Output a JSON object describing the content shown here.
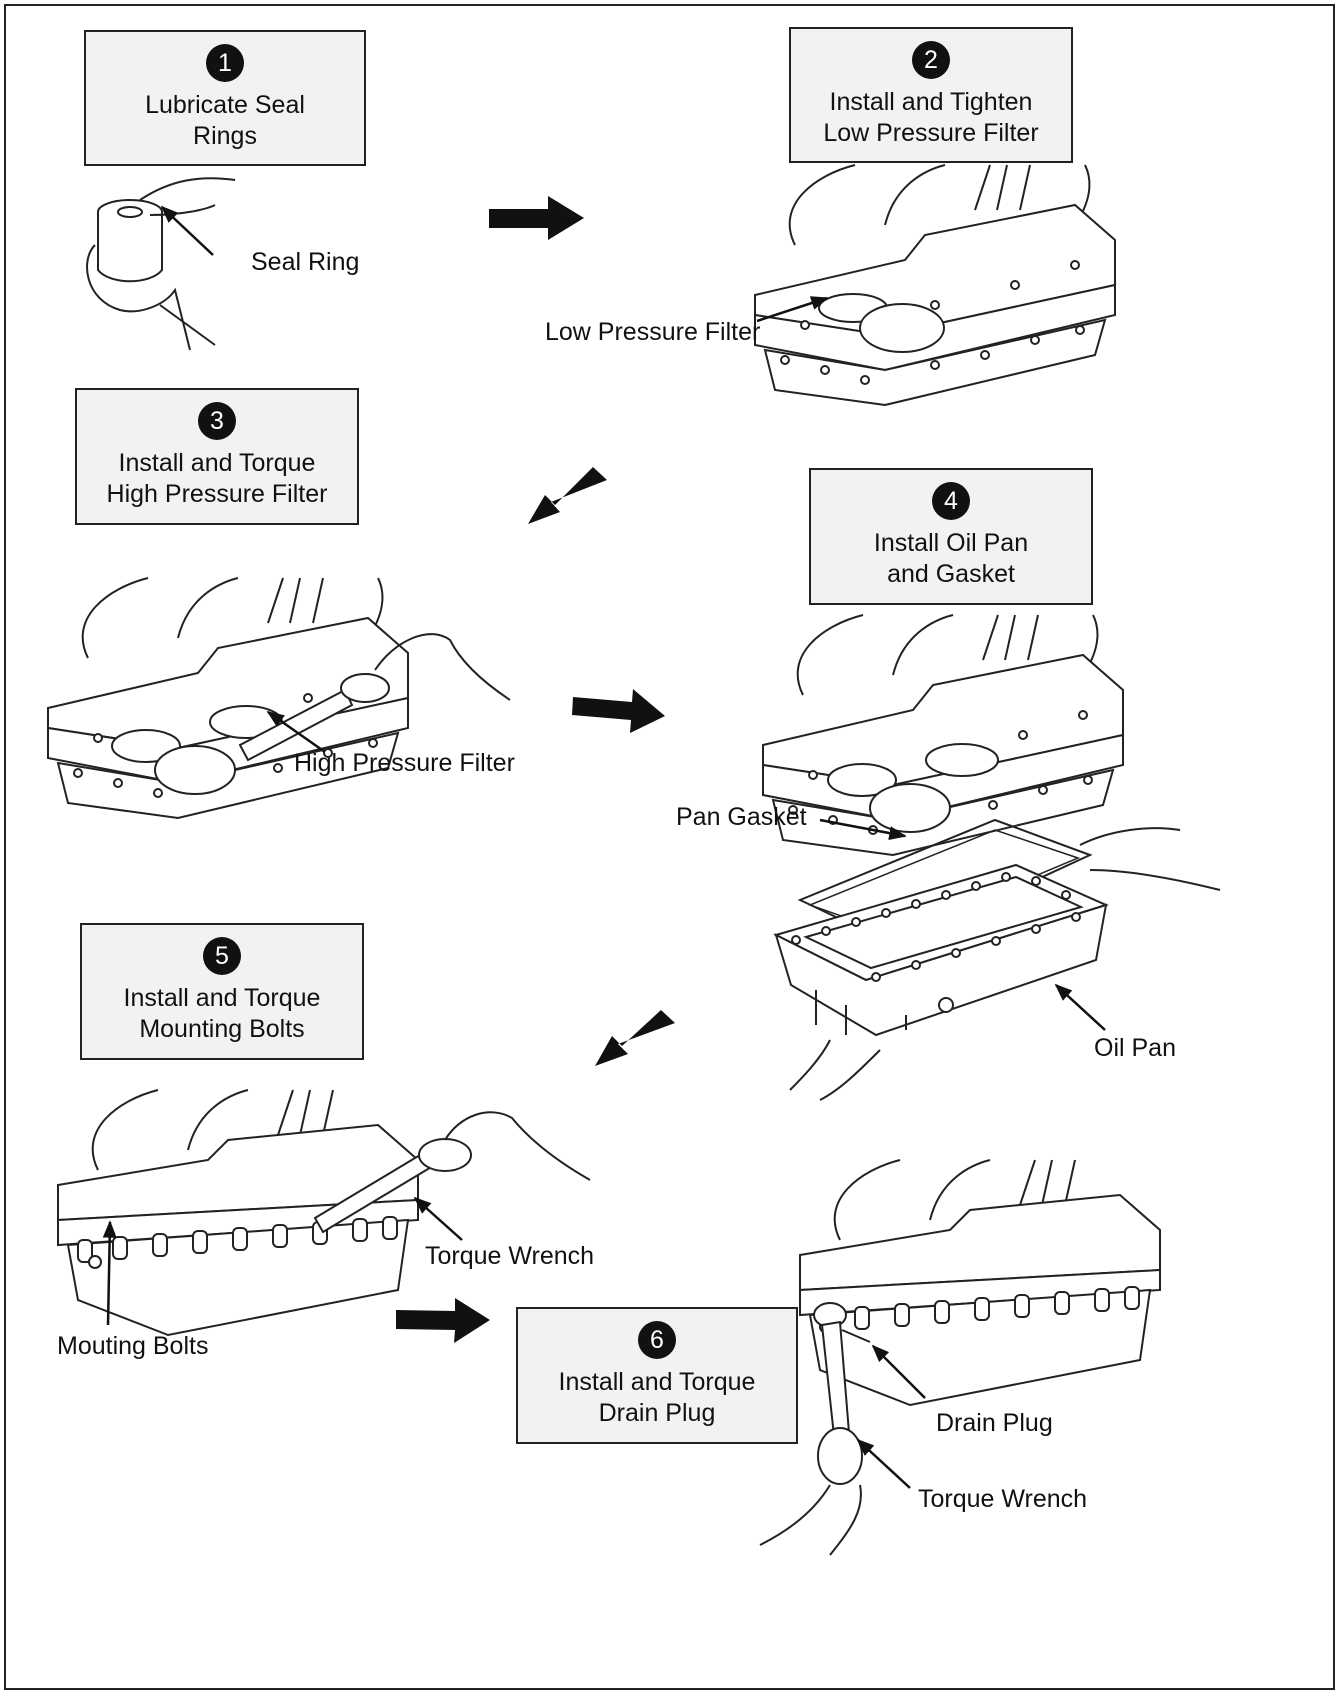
{
  "steps": [
    {
      "number": "1",
      "line1": "Lubricate Seal",
      "line2": "Rings"
    },
    {
      "number": "2",
      "line1": "Install and Tighten",
      "line2": "Low Pressure Filter"
    },
    {
      "number": "3",
      "line1": "Install and Torque",
      "line2": "High Pressure Filter"
    },
    {
      "number": "4",
      "line1": "Install Oil Pan",
      "line2": "and Gasket"
    },
    {
      "number": "5",
      "line1": "Install and Torque",
      "line2": "Mounting Bolts"
    },
    {
      "number": "6",
      "line1": "Install and Torque",
      "line2": "Drain Plug"
    }
  ],
  "callouts": {
    "seal_ring": "Seal Ring",
    "low_pressure_filter": "Low Pressure Filter",
    "high_pressure_filter": "High Pressure Filter",
    "pan_gasket": "Pan Gasket",
    "oil_pan": "Oil Pan",
    "torque_wrench_step5": "Torque Wrench",
    "mounting_bolts": "Mouting Bolts",
    "drain_plug": "Drain Plug",
    "torque_wrench_step6": "Torque Wrench"
  }
}
